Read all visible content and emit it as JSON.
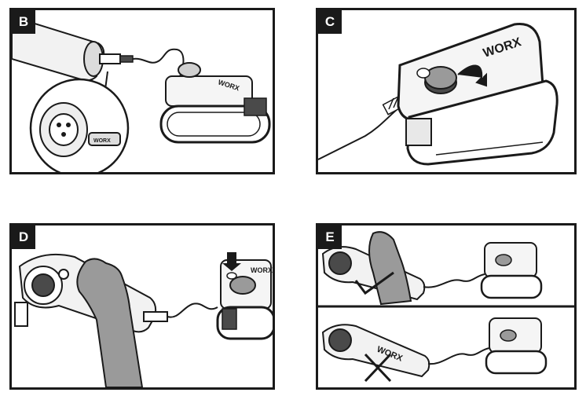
{
  "panels": {
    "b": {
      "label": "B",
      "brand_text": "WORX",
      "inset_text": "WORX"
    },
    "c": {
      "label": "C",
      "brand_text": "WORX"
    },
    "d": {
      "label": "D",
      "brand_text": "WORX"
    },
    "e": {
      "label": "E",
      "brand_text": "WORX",
      "tool_text": "WORX"
    }
  },
  "colors": {
    "ink": "#1a1a1a",
    "hand_fill": "#9a9a9a",
    "body_fill": "#e8e8e8",
    "dark_fill": "#4a4a4a"
  }
}
